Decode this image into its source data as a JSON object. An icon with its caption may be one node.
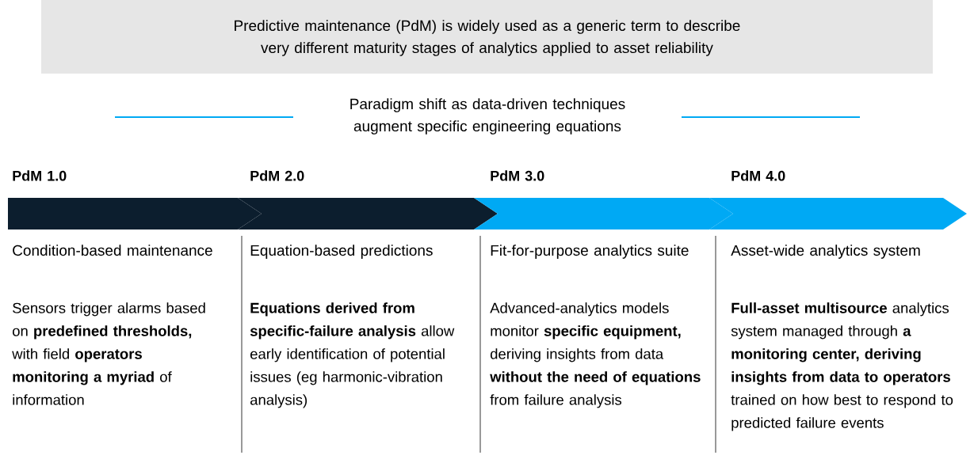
{
  "diagram": {
    "title": "Predictive maintenance (PdM) is widely used as a generic term to describe very different maturity stages of analytics applied to asset reliability",
    "nodes": [
      {
        "text": [
          "PdM 1.0",
          "Condition-based maintenance",
          "Sensors trigger alarms based on **predefined thresholds,** with field **operators monitoring a myriad** of information"
        ]
      },
      {
        "text": [
          "PdM 2.0",
          "Equation-based predictions",
          "**Equations derived from specific-failure analysis** allow early identification of potential issues (eg harmonic-vibration analysis)"
        ]
      },
      {
        "text": [
          "PdM 3.0",
          "Fit-for-purpose analytics suite",
          "Advanced-analytics models monitor **specific equipment,** deriving insights from data **without the need of equations** from failure analysis"
        ]
      },
      {
        "text": [
          "PdM 4.0",
          "Asset-wide analytics system",
          "**Full-asset multisource** analytics system managed through **a monitoring center, deriving insights from data to operators** trained on how best to respond to predicted failure events"
        ]
      }
    ],
    "labels": [
      "Paradigm shift as data-driven techniques augment specific engineering equations"
    ]
  }
}
